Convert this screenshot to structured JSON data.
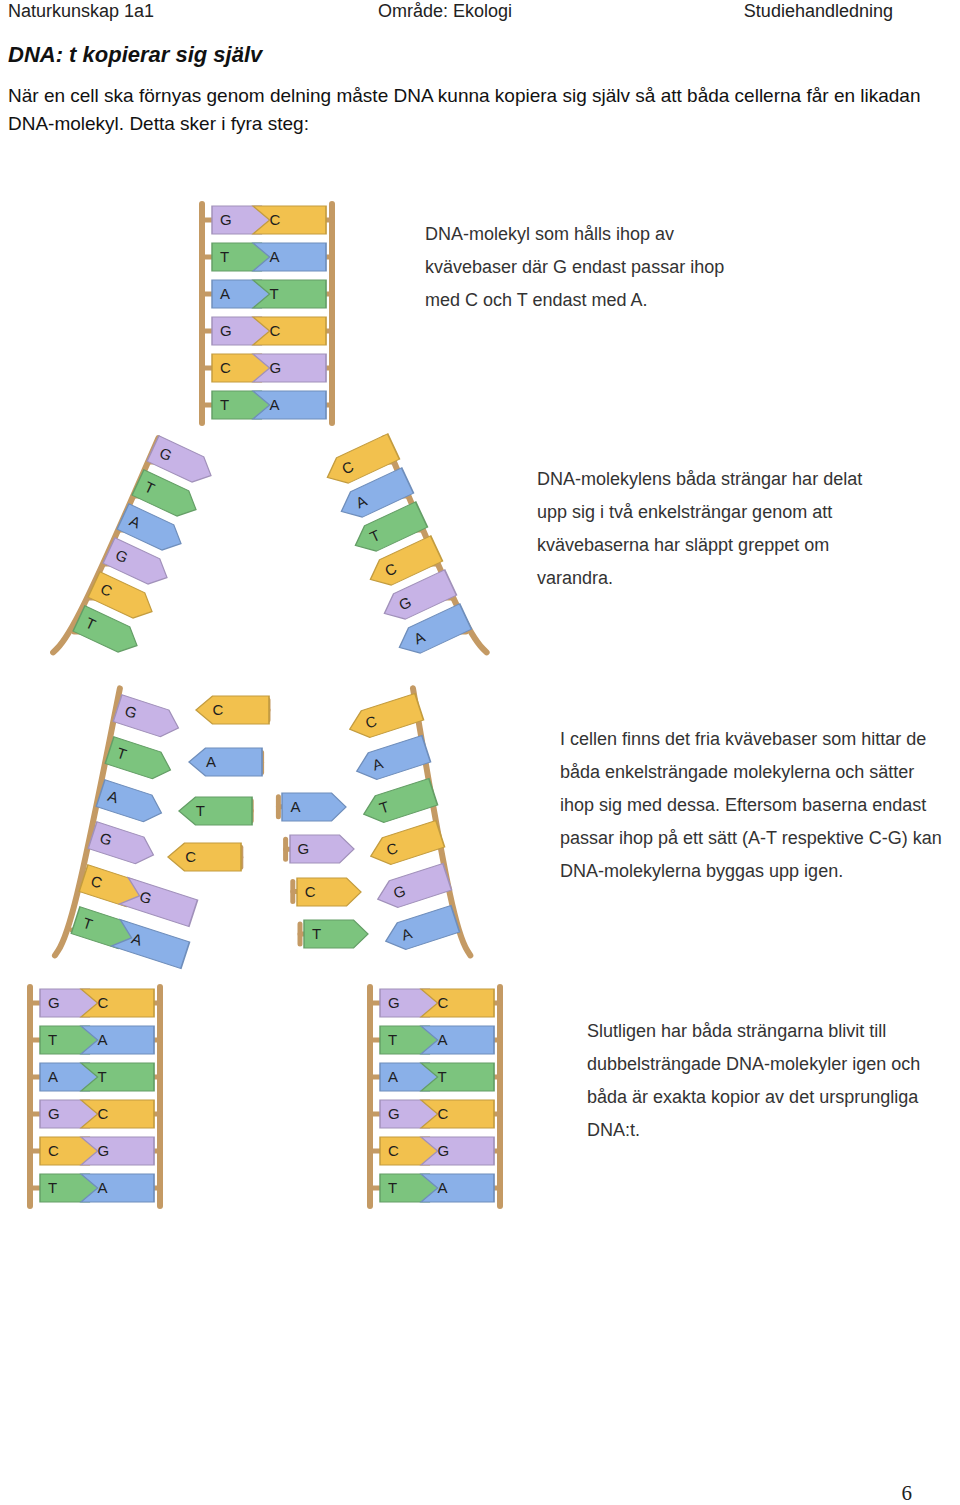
{
  "diagram": {
    "title": "DNA: t kopierar sig själv",
    "nodes": [
      {
        "text": [
          "G"
        ]
      },
      {
        "text": [
          "C"
        ]
      },
      {
        "text": [
          "T"
        ]
      },
      {
        "text": [
          "A"
        ]
      },
      {
        "text": [
          "A"
        ]
      },
      {
        "text": [
          "T"
        ]
      },
      {
        "text": [
          "G"
        ]
      },
      {
        "text": [
          "C"
        ]
      },
      {
        "text": [
          "C"
        ]
      },
      {
        "text": [
          "G"
        ]
      },
      {
        "text": [
          "T"
        ]
      },
      {
        "text": [
          "A"
        ]
      },
      {
        "text": [
          "G"
        ]
      },
      {
        "text": [
          "T"
        ]
      },
      {
        "text": [
          "A"
        ]
      },
      {
        "text": [
          "G"
        ]
      },
      {
        "text": [
          "C"
        ]
      },
      {
        "text": [
          "T"
        ]
      },
      {
        "text": [
          "C"
        ]
      },
      {
        "text": [
          "A"
        ]
      },
      {
        "text": [
          "T"
        ]
      },
      {
        "text": [
          "C"
        ]
      },
      {
        "text": [
          "G"
        ]
      },
      {
        "text": [
          "A"
        ]
      },
      {
        "text": [
          "G"
        ]
      },
      {
        "text": [
          "T"
        ]
      },
      {
        "text": [
          "A"
        ]
      },
      {
        "text": [
          "G"
        ]
      },
      {
        "text": [
          "C"
        ]
      },
      {
        "text": [
          "T"
        ]
      },
      {
        "text": [
          "C"
        ]
      },
      {
        "text": [
          "A"
        ]
      },
      {
        "text": [
          "T"
        ]
      },
      {
        "text": [
          "C"
        ]
      },
      {
        "text": [
          "G"
        ]
      },
      {
        "text": [
          "A"
        ]
      },
      {
        "text": [
          "C"
        ]
      },
      {
        "text": [
          "A"
        ]
      },
      {
        "text": [
          "T"
        ]
      },
      {
        "text": [
          "C"
        ]
      },
      {
        "text": [
          "G"
        ]
      },
      {
        "text": [
          "A"
        ]
      },
      {
        "text": [
          "A"
        ]
      },
      {
        "text": [
          "G"
        ]
      },
      {
        "text": [
          "C"
        ]
      },
      {
        "text": [
          "T"
        ]
      },
      {
        "text": [
          "G"
        ]
      },
      {
        "text": [
          "C"
        ]
      },
      {
        "text": [
          "T"
        ]
      },
      {
        "text": [
          "A"
        ]
      },
      {
        "text": [
          "A"
        ]
      },
      {
        "text": [
          "T"
        ]
      },
      {
        "text": [
          "G"
        ]
      },
      {
        "text": [
          "C"
        ]
      },
      {
        "text": [
          "C"
        ]
      },
      {
        "text": [
          "G"
        ]
      },
      {
        "text": [
          "T"
        ]
      },
      {
        "text": [
          "A"
        ]
      },
      {
        "text": [
          "G"
        ]
      },
      {
        "text": [
          "C"
        ]
      },
      {
        "text": [
          "T"
        ]
      },
      {
        "text": [
          "A"
        ]
      },
      {
        "text": [
          "A"
        ]
      },
      {
        "text": [
          "T"
        ]
      },
      {
        "text": [
          "G"
        ]
      },
      {
        "text": [
          "C"
        ]
      },
      {
        "text": [
          "C"
        ]
      },
      {
        "text": [
          "G"
        ]
      },
      {
        "text": [
          "T"
        ]
      },
      {
        "text": [
          "A"
        ]
      }
    ],
    "labels": [
      "Naturkunskap 1a1",
      "Område: Ekologi",
      "Studiehandledning",
      "När en cell ska förnyas genom delning måste DNA kunna kopiera sig själv så att båda cellerna får en likadan DNA-molekyl. Detta sker i fyra steg:",
      "DNA-molekyl som hålls ihop av kvävebaser där G endast passar ihop med C och T endast med A.",
      "DNA-molekylens båda strängar har delat upp sig i två enkelsträngar genom att kvävebaserna har släppt greppet om varandra.",
      "I cellen finns det fria kvävebaser som hittar de båda enkelsträngade molekylerna och sätter ihop sig med dessa. Eftersom baserna endast passar ihop på ett sätt (A-T respektive C-G) kan DNA-molekylerna byggas upp igen.",
      "Slutligen har båda strängarna blivit till dubbelsträngade DNA-molekyler igen och båda är exakta kopior av det ursprungliga DNA:t.",
      "6"
    ]
  }
}
